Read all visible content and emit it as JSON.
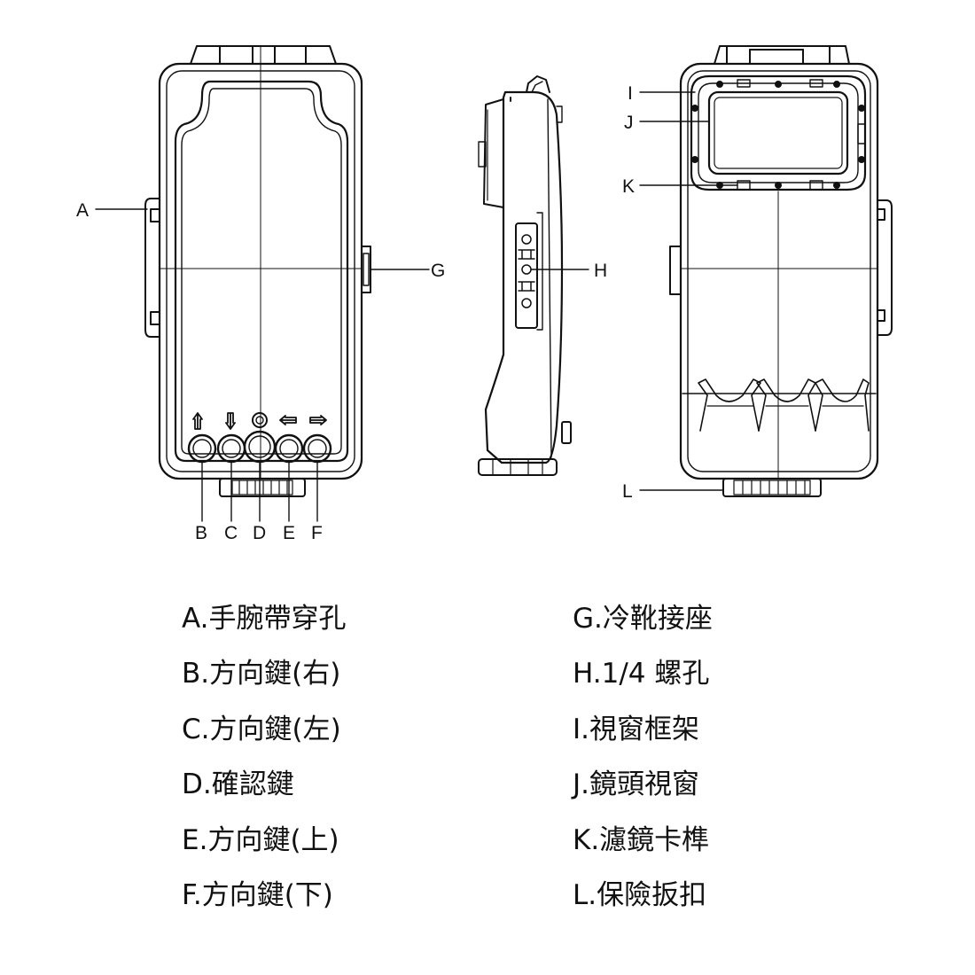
{
  "callouts": {
    "A": "A",
    "B": "B",
    "C": "C",
    "D": "D",
    "E": "E",
    "F": "F",
    "G": "G",
    "H": "H",
    "I": "I",
    "J": "J",
    "K": "K",
    "L": "L"
  },
  "legend": {
    "left": [
      "A.手腕帶穿孔",
      "B.方向鍵(右)",
      "C.方向鍵(左)",
      "D.確認鍵",
      "E.方向鍵(上)",
      "F.方向鍵(下)"
    ],
    "right": [
      "G.冷靴接座",
      "H.1/4 螺孔",
      "I.視窗框架",
      "J.鏡頭視窗",
      "K.濾鏡卡榫",
      "L.保險扳扣"
    ]
  },
  "colors": {
    "line": "#111111",
    "text": "#111111",
    "background": "#ffffff"
  }
}
